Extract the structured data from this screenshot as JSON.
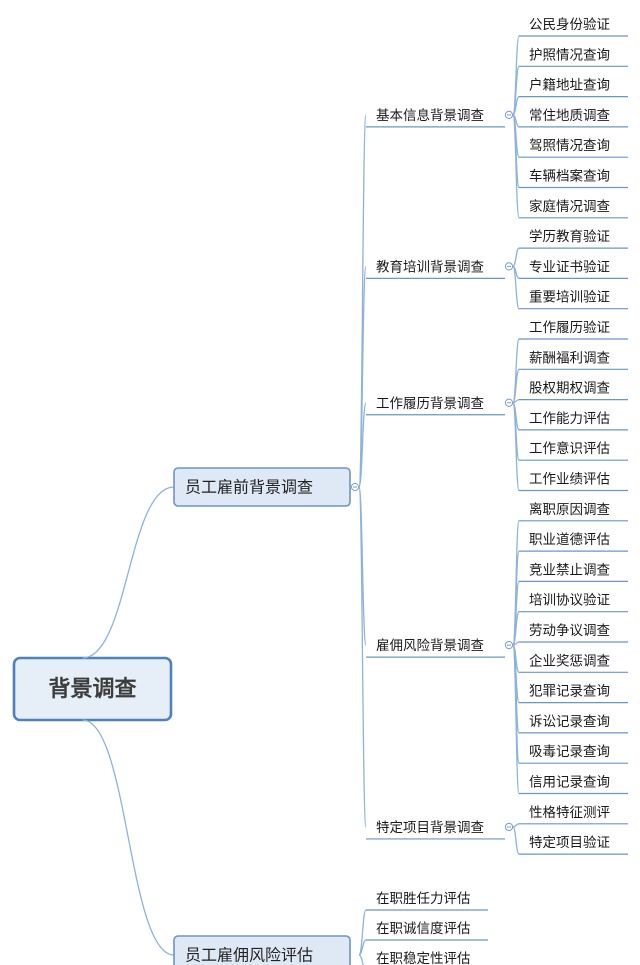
{
  "root": {
    "label": "背景调查"
  },
  "branches": [
    {
      "label": "员工雇前背景调查",
      "children": [
        {
          "label": "基本信息背景调查",
          "children": [
            "公民身份验证",
            "护照情况查询",
            "户籍地址查询",
            "常住地质调查",
            "驾照情况查询",
            "车辆档案查询",
            "家庭情况调查"
          ]
        },
        {
          "label": "教育培训背景调查",
          "children": [
            "学历教育验证",
            "专业证书验证",
            "重要培训验证"
          ]
        },
        {
          "label": "工作履历背景调查",
          "children": [
            "工作履历验证",
            "薪酬福利调查",
            "股权期权调查",
            "工作能力评估",
            "工作意识评估",
            "工作业绩评估"
          ]
        },
        {
          "label": "雇佣风险背景调查",
          "children": [
            "离职原因调查",
            "职业道德评估",
            "竞业禁止调查",
            "培训协议验证",
            "劳动争议调查",
            "企业奖惩调查",
            "犯罪记录查询",
            "诉讼记录查询",
            "吸毒记录查询",
            "信用记录查询"
          ]
        },
        {
          "label": "特定项目背景调查",
          "children": [
            "性格特征测评",
            "特定项目验证"
          ]
        }
      ]
    },
    {
      "label": "员工雇佣风险评估",
      "children": [
        {
          "label": "在职胜任力评估",
          "children": []
        },
        {
          "label": "在职诚信度评估",
          "children": []
        },
        {
          "label": "在职稳定性评估",
          "children": []
        }
      ]
    }
  ],
  "colors": {
    "root_fill": "#e6eef8",
    "root_border": "#4f80c0",
    "l1_fill": "#dfe8f5",
    "l1_border": "#6d95c7",
    "edge": "#8fb2d9"
  }
}
